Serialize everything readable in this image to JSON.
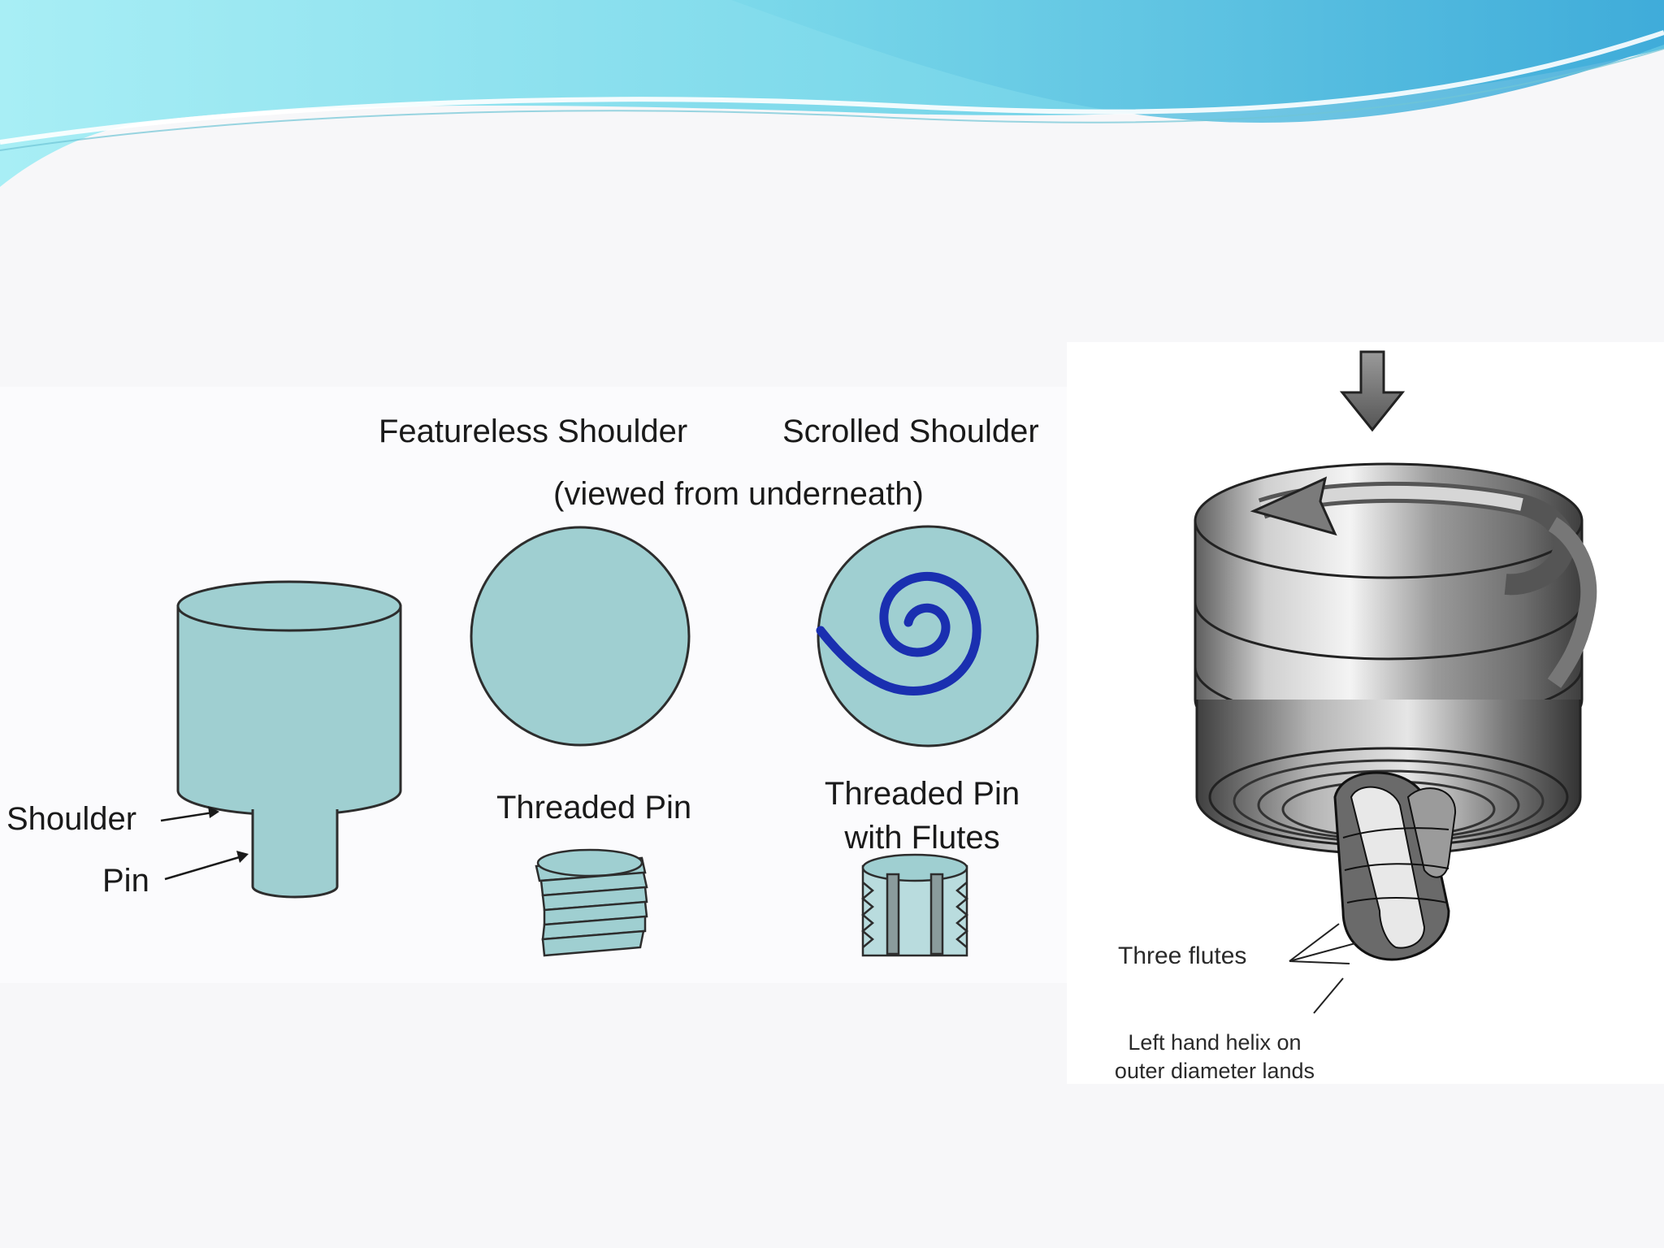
{
  "left_panel": {
    "headings": {
      "featureless_shoulder": "Featureless Shoulder",
      "scrolled_shoulder": "Scrolled Shoulder",
      "viewed_from_underneath": "(viewed from underneath)"
    },
    "labels": {
      "shoulder": "Shoulder",
      "pin": "Pin",
      "threaded_pin": "Threaded Pin",
      "threaded_pin_flutes_line1": "Threaded Pin",
      "threaded_pin_flutes_line2": "with Flutes"
    }
  },
  "right_panel": {
    "labels": {
      "three_flutes": "Three flutes",
      "left_hand_helix_line1": "Left hand helix on",
      "left_hand_helix_line2": "outer diameter lands"
    }
  },
  "colors": {
    "tool_fill": "#9fcfd1",
    "outline": "#2d2d2d",
    "scroll_blue": "#1a2fb0",
    "wave_light": "#a8eef5",
    "wave_mid": "#66d0e8",
    "wave_dark": "#3aa8d8"
  }
}
